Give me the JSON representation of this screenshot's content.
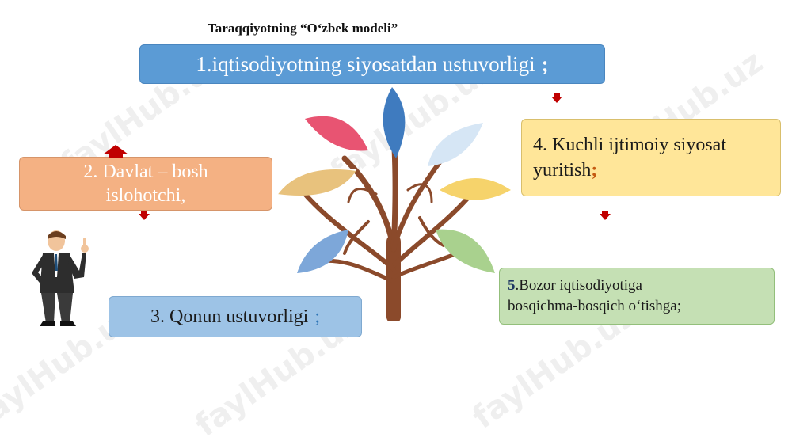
{
  "title": "Taraqqiyotning “O‘zbek modeli”",
  "boxes": {
    "b1": {
      "text": "1.iqtisodiyotning siyosatdan ustuvorligi",
      "semi": ";"
    },
    "b2": {
      "line1": "2. Davlat  –  bosh",
      "line2": "islohotchi,"
    },
    "b3": {
      "text": "3. Qonun  ustuvorligi",
      "semi": ";"
    },
    "b4": {
      "line1": "4. Kuchli  ijtimoiy siyosat",
      "line2": "yuritish",
      "semi": ";"
    },
    "b5": {
      "num": "5",
      "line1": ".Bozor iqtisodiyotiga",
      "line2": "bosqichma-bosqich o‘tishga;"
    }
  },
  "watermark": "faylHub.uz",
  "colors": {
    "box1": "#5b9bd5",
    "box2": "#f4b183",
    "box3": "#9dc3e6",
    "box4": "#ffe699",
    "box5": "#c5e0b4",
    "arrow": "#c00000",
    "trunk": "#8b4a2b"
  },
  "icons": {
    "tree": "tree-illustration",
    "person": "businessman-pointing"
  }
}
